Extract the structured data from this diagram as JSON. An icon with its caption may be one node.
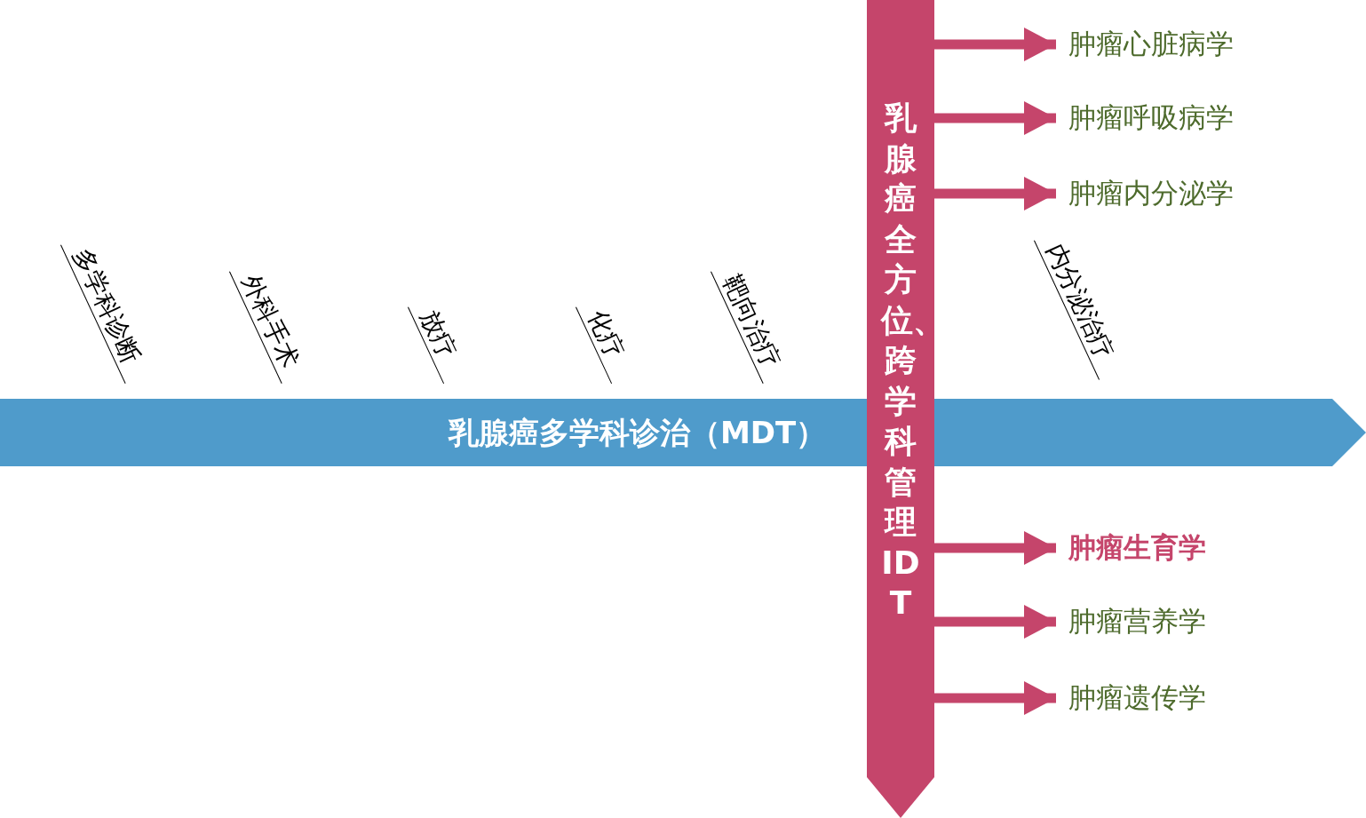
{
  "diagram": {
    "nodes": [
      {
        "text": [
          "乳腺癌多学科诊治（MDT）"
        ]
      },
      {
        "text": [
          "乳腺癌全方位、跨学科管理IDT"
        ]
      },
      {
        "text": [
          "肿瘤心脏病学"
        ]
      },
      {
        "text": [
          "肿瘤呼吸病学"
        ]
      },
      {
        "text": [
          "肿瘤内分泌学"
        ]
      },
      {
        "text": [
          "**肿瘤生育学**"
        ]
      },
      {
        "text": [
          "肿瘤营养学"
        ]
      },
      {
        "text": [
          "肿瘤遗传学"
        ]
      }
    ],
    "edges": [
      {
        "from": 1,
        "to": 2,
        "arrow": "to"
      },
      {
        "from": 1,
        "to": 3,
        "arrow": "to"
      },
      {
        "from": 1,
        "to": 4,
        "arrow": "to"
      },
      {
        "from": 1,
        "to": 5,
        "arrow": "to"
      },
      {
        "from": 1,
        "to": 6,
        "arrow": "to"
      },
      {
        "from": 1,
        "to": 7,
        "arrow": "to"
      }
    ],
    "labels": [
      "多学科诊断",
      "外科手术",
      "放疗",
      "化疗",
      "靶向治疗",
      "内分泌治疗"
    ]
  }
}
